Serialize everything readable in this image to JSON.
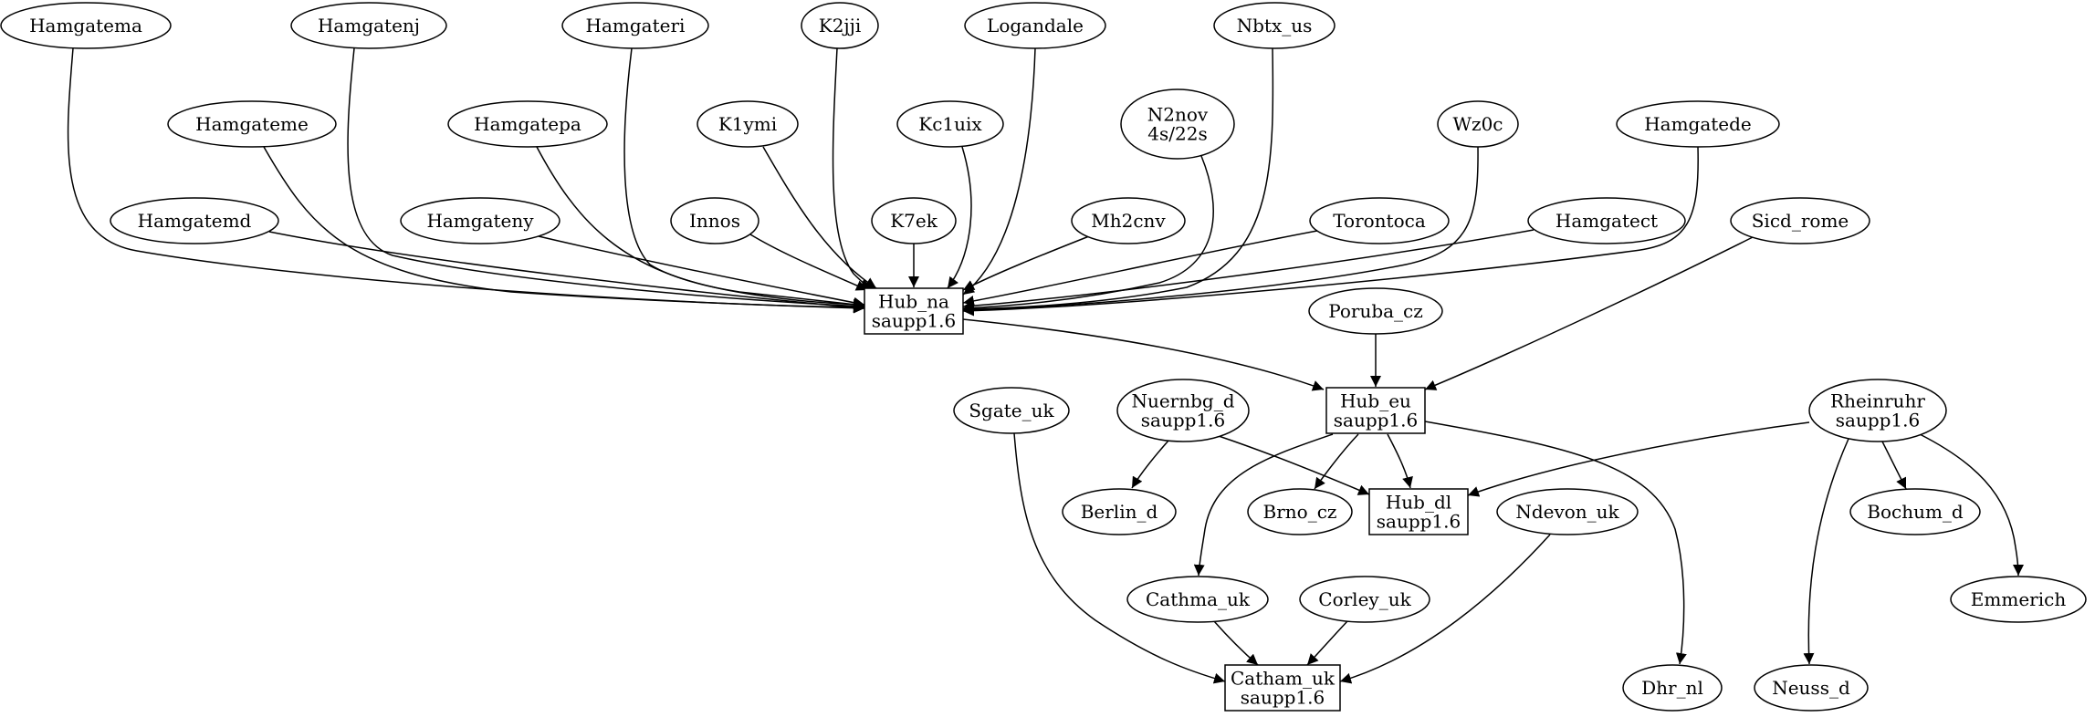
{
  "diagram": {
    "type": "directed-graph",
    "nodes": [
      {
        "id": "Hamgatema",
        "lines": [
          "Hamgatema"
        ],
        "shape": "ellipse"
      },
      {
        "id": "Hamgatenj",
        "lines": [
          "Hamgatenj"
        ],
        "shape": "ellipse"
      },
      {
        "id": "Hamgateri",
        "lines": [
          "Hamgateri"
        ],
        "shape": "ellipse"
      },
      {
        "id": "K2jji",
        "lines": [
          "K2jji"
        ],
        "shape": "ellipse"
      },
      {
        "id": "Logandale",
        "lines": [
          "Logandale"
        ],
        "shape": "ellipse"
      },
      {
        "id": "Nbtx_us",
        "lines": [
          "Nbtx_us"
        ],
        "shape": "ellipse"
      },
      {
        "id": "Hamgateme",
        "lines": [
          "Hamgateme"
        ],
        "shape": "ellipse"
      },
      {
        "id": "Hamgatepa",
        "lines": [
          "Hamgatepa"
        ],
        "shape": "ellipse"
      },
      {
        "id": "K1ymi",
        "lines": [
          "K1ymi"
        ],
        "shape": "ellipse"
      },
      {
        "id": "Kc1uix",
        "lines": [
          "Kc1uix"
        ],
        "shape": "ellipse"
      },
      {
        "id": "N2nov",
        "lines": [
          "N2nov",
          "4s/22s"
        ],
        "shape": "ellipse"
      },
      {
        "id": "Wz0c",
        "lines": [
          "Wz0c"
        ],
        "shape": "ellipse"
      },
      {
        "id": "Hamgatede",
        "lines": [
          "Hamgatede"
        ],
        "shape": "ellipse"
      },
      {
        "id": "Hamgatemd",
        "lines": [
          "Hamgatemd"
        ],
        "shape": "ellipse"
      },
      {
        "id": "Hamgateny",
        "lines": [
          "Hamgateny"
        ],
        "shape": "ellipse"
      },
      {
        "id": "Innos",
        "lines": [
          "Innos"
        ],
        "shape": "ellipse"
      },
      {
        "id": "K7ek",
        "lines": [
          "K7ek"
        ],
        "shape": "ellipse"
      },
      {
        "id": "Mh2cnv",
        "lines": [
          "Mh2cnv"
        ],
        "shape": "ellipse"
      },
      {
        "id": "Torontoca",
        "lines": [
          "Torontoca"
        ],
        "shape": "ellipse"
      },
      {
        "id": "Hamgatect",
        "lines": [
          "Hamgatect"
        ],
        "shape": "ellipse"
      },
      {
        "id": "Sicd_rome",
        "lines": [
          "Sicd_rome"
        ],
        "shape": "ellipse"
      },
      {
        "id": "Hub_na",
        "lines": [
          "Hub_na",
          "saupp1.6"
        ],
        "shape": "box"
      },
      {
        "id": "Poruba_cz",
        "lines": [
          "Poruba_cz"
        ],
        "shape": "ellipse"
      },
      {
        "id": "Hub_eu",
        "lines": [
          "Hub_eu",
          "saupp1.6"
        ],
        "shape": "box"
      },
      {
        "id": "Sgate_uk",
        "lines": [
          "Sgate_uk"
        ],
        "shape": "ellipse"
      },
      {
        "id": "Nuernbg_d",
        "lines": [
          "Nuernbg_d",
          "saupp1.6"
        ],
        "shape": "ellipse"
      },
      {
        "id": "Rheinruhr",
        "lines": [
          "Rheinruhr",
          "saupp1.6"
        ],
        "shape": "ellipse"
      },
      {
        "id": "Berlin_d",
        "lines": [
          "Berlin_d"
        ],
        "shape": "ellipse"
      },
      {
        "id": "Brno_cz",
        "lines": [
          "Brno_cz"
        ],
        "shape": "ellipse"
      },
      {
        "id": "Hub_dl",
        "lines": [
          "Hub_dl",
          "saupp1.6"
        ],
        "shape": "box"
      },
      {
        "id": "Ndevon_uk",
        "lines": [
          "Ndevon_uk"
        ],
        "shape": "ellipse"
      },
      {
        "id": "Bochum_d",
        "lines": [
          "Bochum_d"
        ],
        "shape": "ellipse"
      },
      {
        "id": "Cathma_uk",
        "lines": [
          "Cathma_uk"
        ],
        "shape": "ellipse"
      },
      {
        "id": "Corley_uk",
        "lines": [
          "Corley_uk"
        ],
        "shape": "ellipse"
      },
      {
        "id": "Emmerich",
        "lines": [
          "Emmerich"
        ],
        "shape": "ellipse"
      },
      {
        "id": "Catham_uk",
        "lines": [
          "Catham_uk",
          "saupp1.6"
        ],
        "shape": "box"
      },
      {
        "id": "Dhr_nl",
        "lines": [
          "Dhr_nl"
        ],
        "shape": "ellipse"
      },
      {
        "id": "Neuss_d",
        "lines": [
          "Neuss_d"
        ],
        "shape": "ellipse"
      }
    ],
    "edges": [
      {
        "from": "Hamgatema",
        "to": "Hub_na"
      },
      {
        "from": "Hamgatenj",
        "to": "Hub_na"
      },
      {
        "from": "Hamgateri",
        "to": "Hub_na"
      },
      {
        "from": "K2jji",
        "to": "Hub_na"
      },
      {
        "from": "Logandale",
        "to": "Hub_na"
      },
      {
        "from": "Nbtx_us",
        "to": "Hub_na"
      },
      {
        "from": "Hamgateme",
        "to": "Hub_na"
      },
      {
        "from": "Hamgatepa",
        "to": "Hub_na"
      },
      {
        "from": "K1ymi",
        "to": "Hub_na"
      },
      {
        "from": "Kc1uix",
        "to": "Hub_na"
      },
      {
        "from": "N2nov",
        "to": "Hub_na"
      },
      {
        "from": "Wz0c",
        "to": "Hub_na"
      },
      {
        "from": "Hamgatede",
        "to": "Hub_na"
      },
      {
        "from": "Hamgatemd",
        "to": "Hub_na"
      },
      {
        "from": "Hamgateny",
        "to": "Hub_na"
      },
      {
        "from": "Innos",
        "to": "Hub_na"
      },
      {
        "from": "K7ek",
        "to": "Hub_na"
      },
      {
        "from": "Mh2cnv",
        "to": "Hub_na"
      },
      {
        "from": "Torontoca",
        "to": "Hub_na"
      },
      {
        "from": "Hamgatect",
        "to": "Hub_na"
      },
      {
        "from": "Hub_na",
        "to": "Hub_eu"
      },
      {
        "from": "Sicd_rome",
        "to": "Hub_eu"
      },
      {
        "from": "Poruba_cz",
        "to": "Hub_eu"
      },
      {
        "from": "Nuernbg_d",
        "to": "Berlin_d"
      },
      {
        "from": "Nuernbg_d",
        "to": "Hub_dl"
      },
      {
        "from": "Hub_eu",
        "to": "Brno_cz"
      },
      {
        "from": "Hub_eu",
        "to": "Hub_dl"
      },
      {
        "from": "Hub_eu",
        "to": "Cathma_uk"
      },
      {
        "from": "Hub_eu",
        "to": "Dhr_nl"
      },
      {
        "from": "Rheinruhr",
        "to": "Hub_dl"
      },
      {
        "from": "Rheinruhr",
        "to": "Bochum_d"
      },
      {
        "from": "Rheinruhr",
        "to": "Emmerich"
      },
      {
        "from": "Rheinruhr",
        "to": "Neuss_d"
      },
      {
        "from": "Sgate_uk",
        "to": "Catham_uk"
      },
      {
        "from": "Cathma_uk",
        "to": "Catham_uk"
      },
      {
        "from": "Corley_uk",
        "to": "Catham_uk"
      },
      {
        "from": "Ndevon_uk",
        "to": "Catham_uk"
      }
    ]
  }
}
